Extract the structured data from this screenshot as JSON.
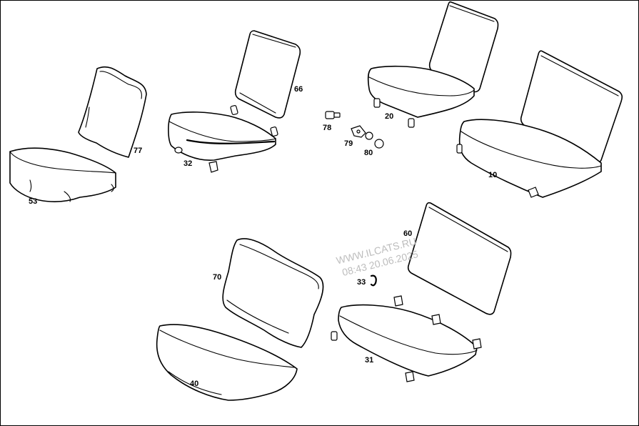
{
  "diagram": {
    "part_numbers": {
      "p53": "53",
      "p77": "77",
      "p32": "32",
      "p66": "66",
      "p78": "78",
      "p79": "79",
      "p80": "80",
      "p20": "20",
      "p10": "10",
      "p70": "70",
      "p40": "40",
      "p60": "60",
      "p33": "33",
      "p31": "31"
    },
    "watermark": {
      "line1": "WWW.ILCATS.RU",
      "line2": "08:43 20.06.2025"
    }
  }
}
